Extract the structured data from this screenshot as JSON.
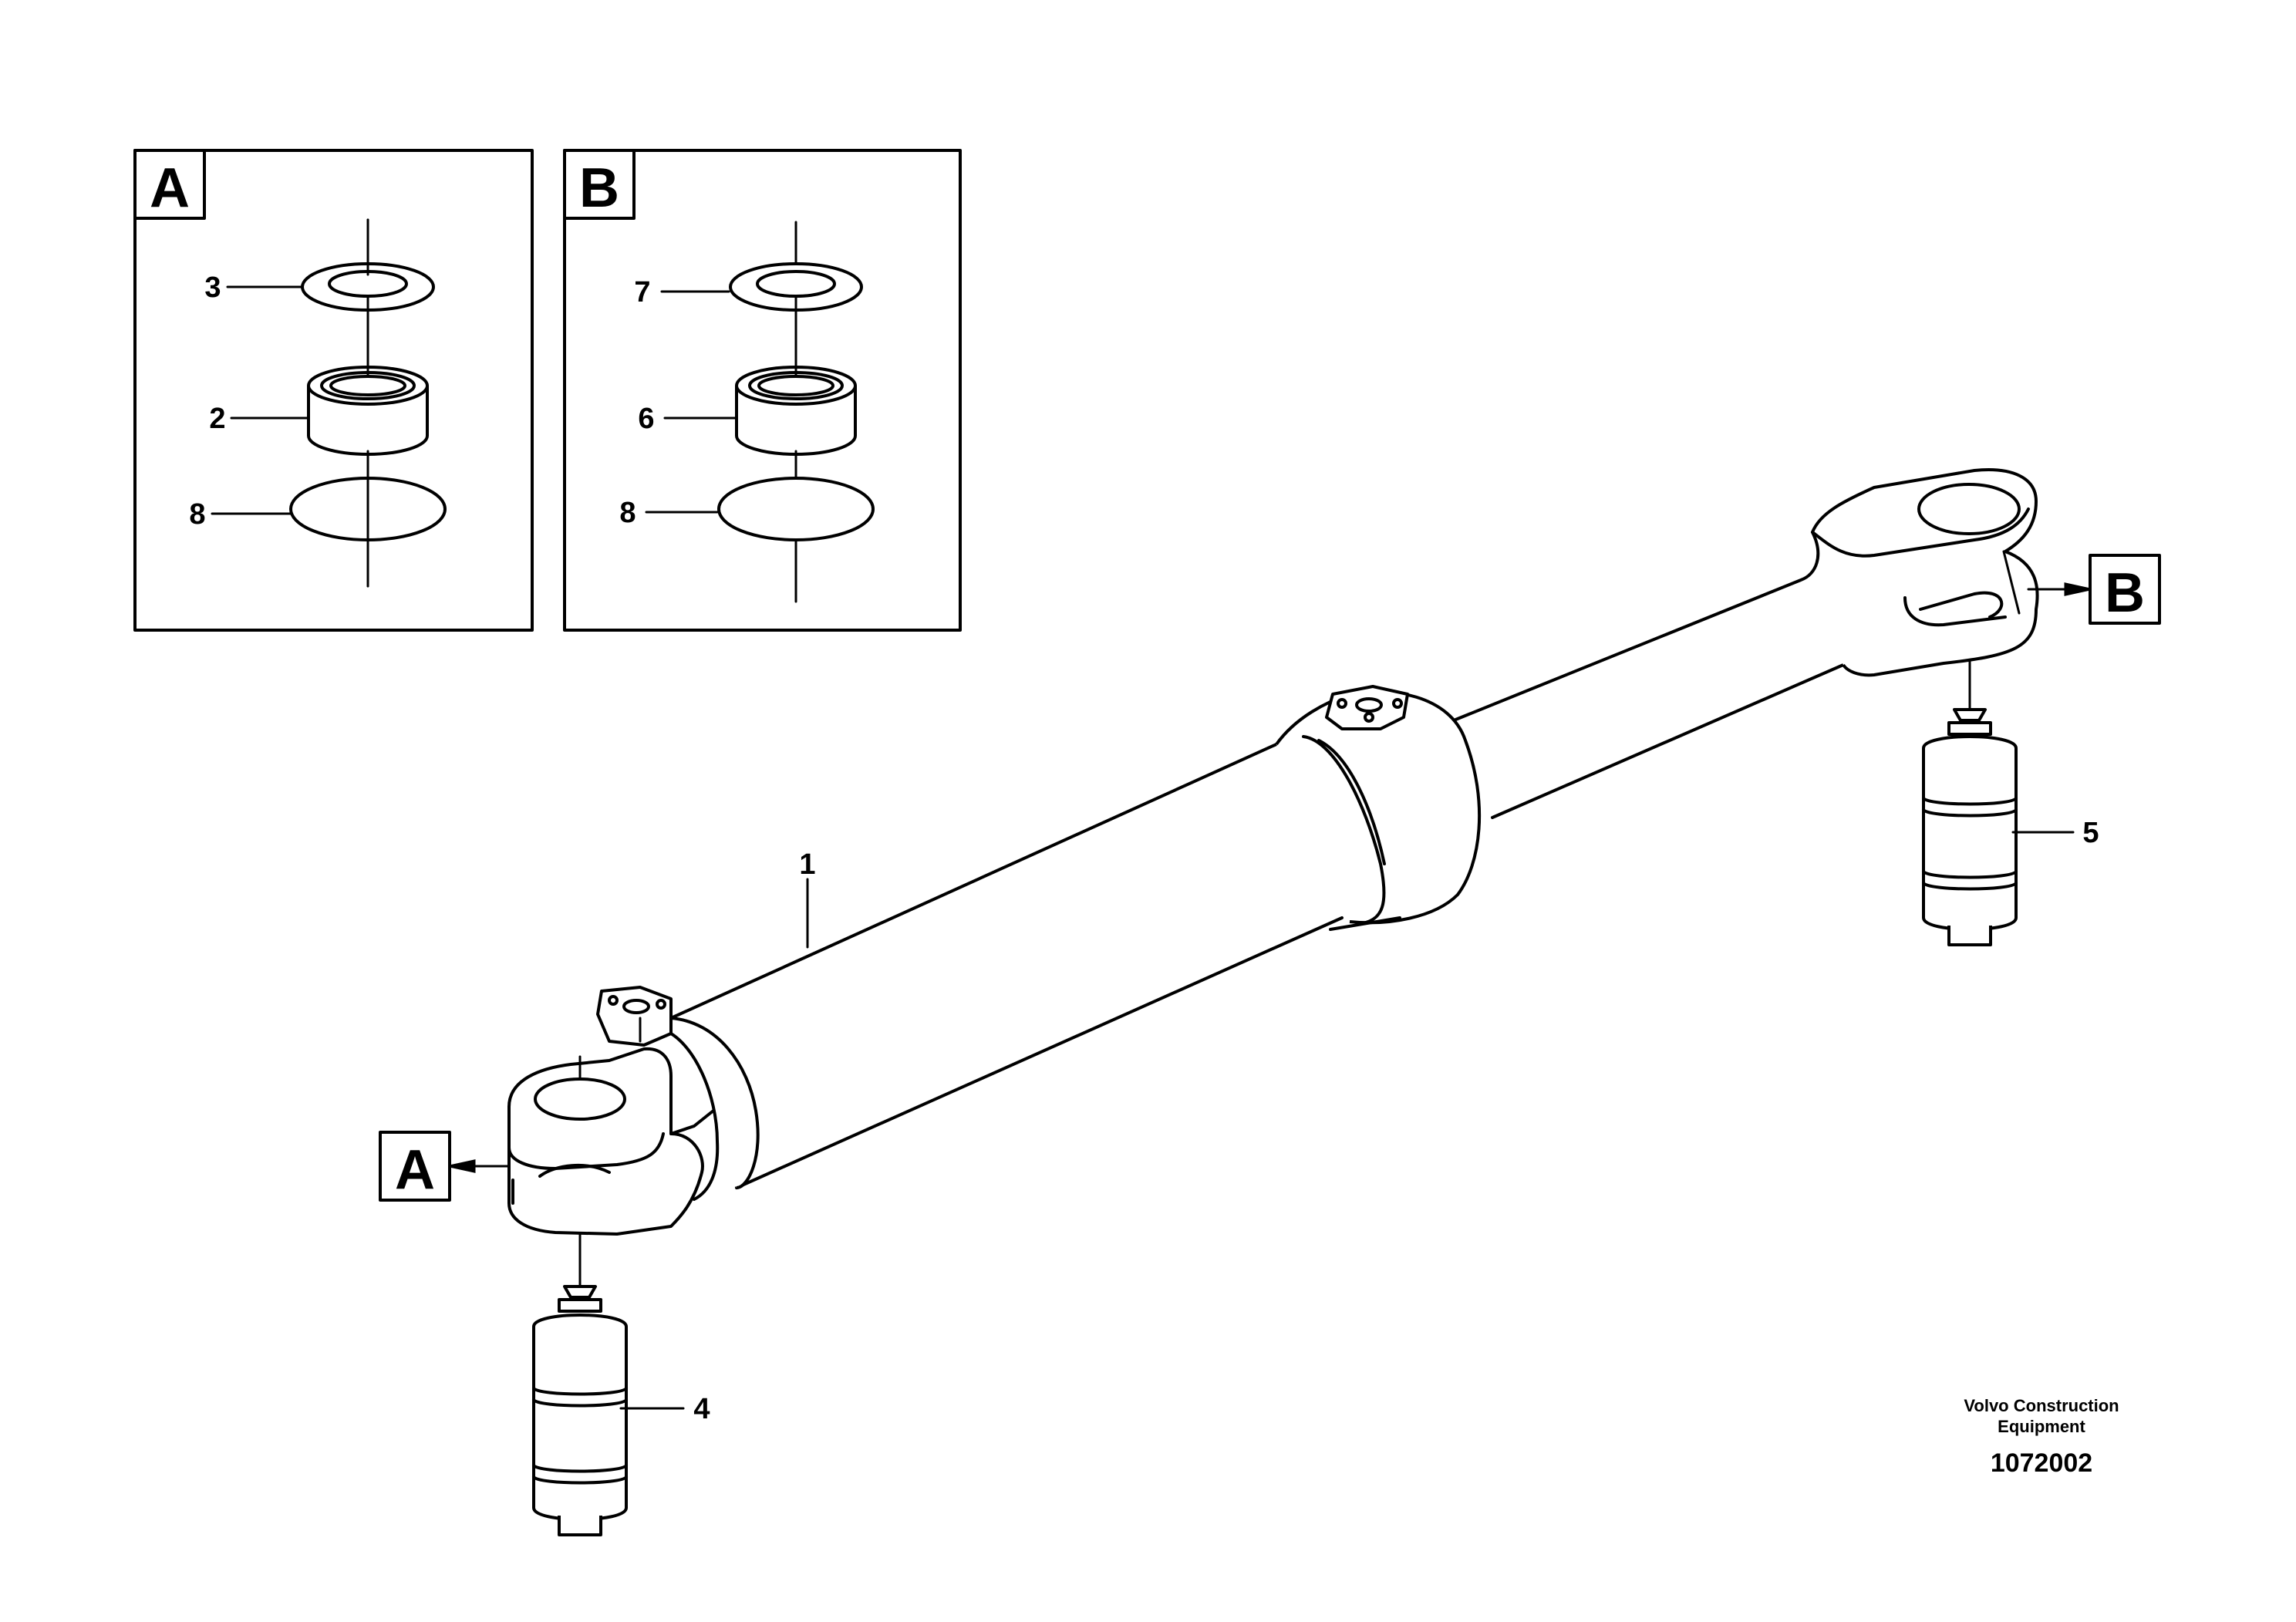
{
  "inset_a": {
    "letter": "A",
    "labels": [
      "3",
      "2",
      "8"
    ]
  },
  "inset_b": {
    "letter": "B",
    "labels": [
      "7",
      "6",
      "8"
    ]
  },
  "callouts": {
    "main": "1",
    "pin_left": "4",
    "pin_right": "5",
    "ref_left": "A",
    "ref_right": "B"
  },
  "footer": {
    "company_line1": "Volvo Construction",
    "company_line2": "Equipment",
    "drawing_number": "1072002"
  }
}
